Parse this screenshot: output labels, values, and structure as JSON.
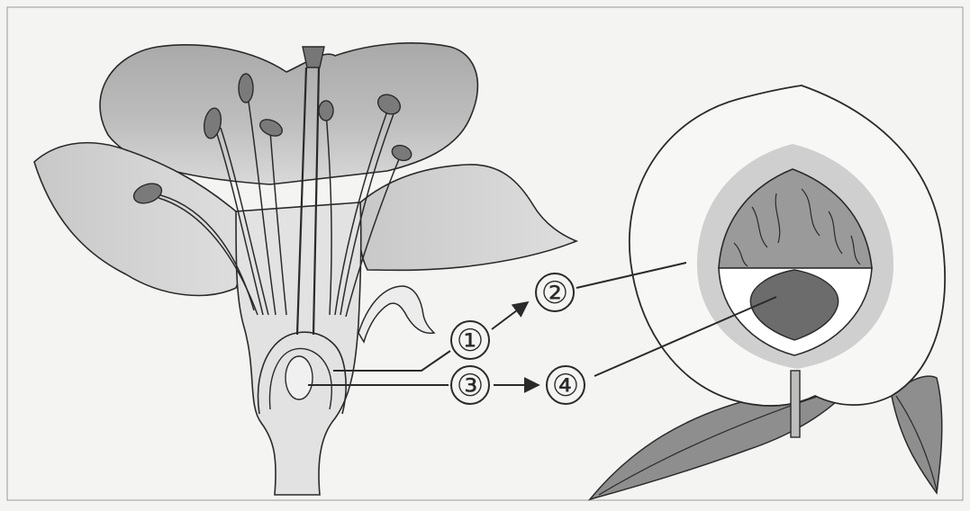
{
  "labels": [
    {
      "id": "label-1",
      "text": "①"
    },
    {
      "id": "label-2",
      "text": "②"
    },
    {
      "id": "label-3",
      "text": "③"
    },
    {
      "id": "label-4",
      "text": "④"
    }
  ],
  "colors": {
    "background": "#f4f4f2",
    "ink": "#2a2a2a",
    "petal_fill": "#b3b3b3",
    "petal_light": "#d2d2d2",
    "anther_fill": "#7a7a7a",
    "seed_fill": "#6c6c6c",
    "halo": "#cfcfcf",
    "leaf_fill": "#8e8e8e"
  },
  "icons": {
    "flower": "flower-longitudinal-section-icon",
    "fruit": "fruit-cross-section-icon"
  }
}
